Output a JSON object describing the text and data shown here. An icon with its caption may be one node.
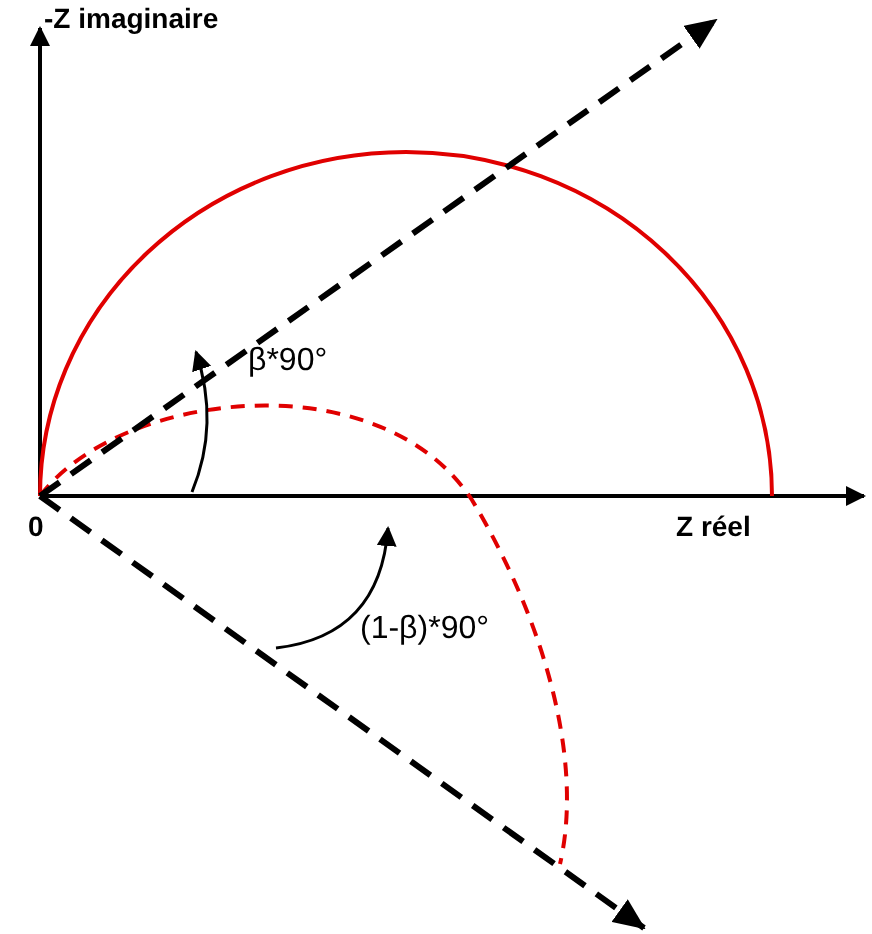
{
  "diagram": {
    "labels": [
      "-Z imaginaire",
      "0",
      "Z réel",
      "β*90°",
      "(1-β)*90°"
    ]
  }
}
